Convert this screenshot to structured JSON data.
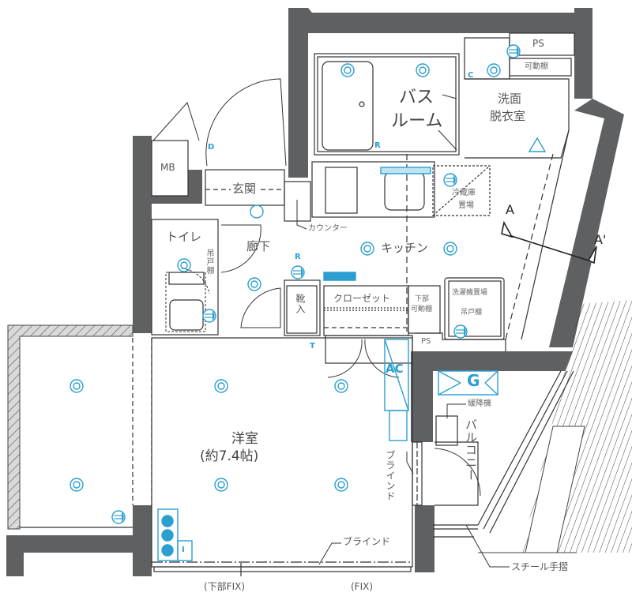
{
  "floor_plan": {
    "rooms": {
      "western_room": {
        "name": "洋室",
        "area": "(約7.4帖)"
      },
      "bathroom": {
        "line1": "バス",
        "line2": "ルーム"
      },
      "washroom": {
        "line1": "洗面",
        "line2": "脱衣室"
      },
      "entrance": "玄関",
      "corridor": "廊下",
      "toilet": "トイレ",
      "kitchen": "キッチン",
      "closet": "クローゼット",
      "shoe_box": "靴入",
      "balcony": "バルコニー",
      "meter_box": "MB",
      "pipe_space_top": "PS",
      "pipe_space_mid": "PS"
    },
    "annotations": {
      "movable_shelf_top": "可動棚",
      "hanging_shelf_toilet": "吊戸棚",
      "counter": "カウンター",
      "fridge_space_line1": "冷蔵庫",
      "fridge_space_line2": "置場",
      "lower_movable_shelf_line1": "下部",
      "lower_movable_shelf_line2": "可動棚",
      "washer_space": "洗濯機置場",
      "washer_hanging_shelf": "吊戸棚",
      "evacuation_device": "緩降機",
      "blind_side": "ブラインド",
      "blind_bottom": "ブラインド",
      "lower_fix": "(下部FIX)",
      "fix": "(FIX)",
      "steel_handrail": "スチール手摺",
      "section_a": "A",
      "section_a_prime": "A'"
    },
    "symbols": {
      "door_intercom": "D",
      "remote_bath": "R",
      "remote_kitchen": "R",
      "switch_c": "C",
      "phone_outlet": "T",
      "aircon": "AC",
      "gas_meter": "G",
      "internet": "I"
    },
    "colors": {
      "wall": "#5f6062",
      "line": "#333333",
      "equipment_blue": "#2a9fd0",
      "hatch_fill": "#d9d9d9",
      "text": "#555555"
    }
  }
}
